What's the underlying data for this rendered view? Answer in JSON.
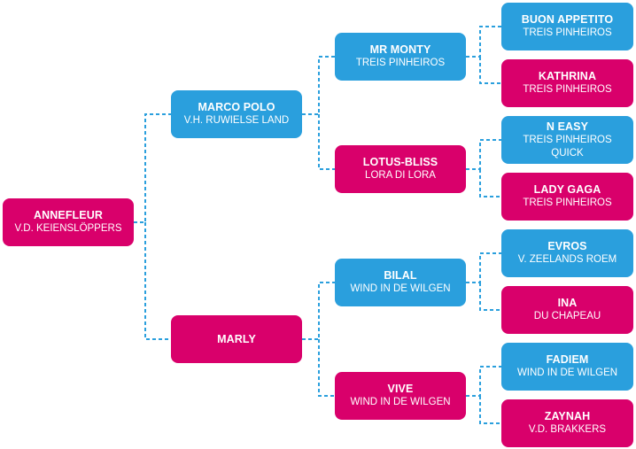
{
  "colors": {
    "mare": "#d9006b",
    "stallion": "#2a9fdd",
    "connector": "#2a9fdd"
  },
  "pedigree": {
    "subject": {
      "name": "ANNEFLEUR",
      "sub": "V.D. KEIENSLÖPPERS"
    },
    "sire": {
      "name": "MARCO POLO",
      "sub": "V.H. RUWIELSE LAND"
    },
    "dam": {
      "name": "MARLY",
      "sub": ""
    },
    "ss": {
      "name": "MR MONTY",
      "sub": "TREIS PINHEIROS"
    },
    "sd": {
      "name": "LOTUS-BLISS",
      "sub": "LORA DI LORA"
    },
    "ds": {
      "name": "BILAL",
      "sub": "WIND IN DE WILGEN"
    },
    "dd": {
      "name": "VIVE",
      "sub": "WIND IN DE WILGEN"
    },
    "sss": {
      "name": "BUON APPETITO",
      "sub": "TREIS PINHEIROS"
    },
    "ssd": {
      "name": "KATHRINA",
      "sub": "TREIS PINHEIROS"
    },
    "sds": {
      "name": "N EASY",
      "sub": "TREIS PINHEIROS",
      "sub2": "QUICK"
    },
    "sdd": {
      "name": "LADY GAGA",
      "sub": "TREIS PINHEIROS"
    },
    "dss": {
      "name": "EVROS",
      "sub": "V. ZEELANDS ROEM"
    },
    "dsd": {
      "name": "INA",
      "sub": "DU CHAPEAU"
    },
    "dds": {
      "name": "FADIEM",
      "sub": "WIND IN DE WILGEN"
    },
    "ddd": {
      "name": "ZAYNAH",
      "sub": "V.D. BRAKKERS"
    }
  }
}
